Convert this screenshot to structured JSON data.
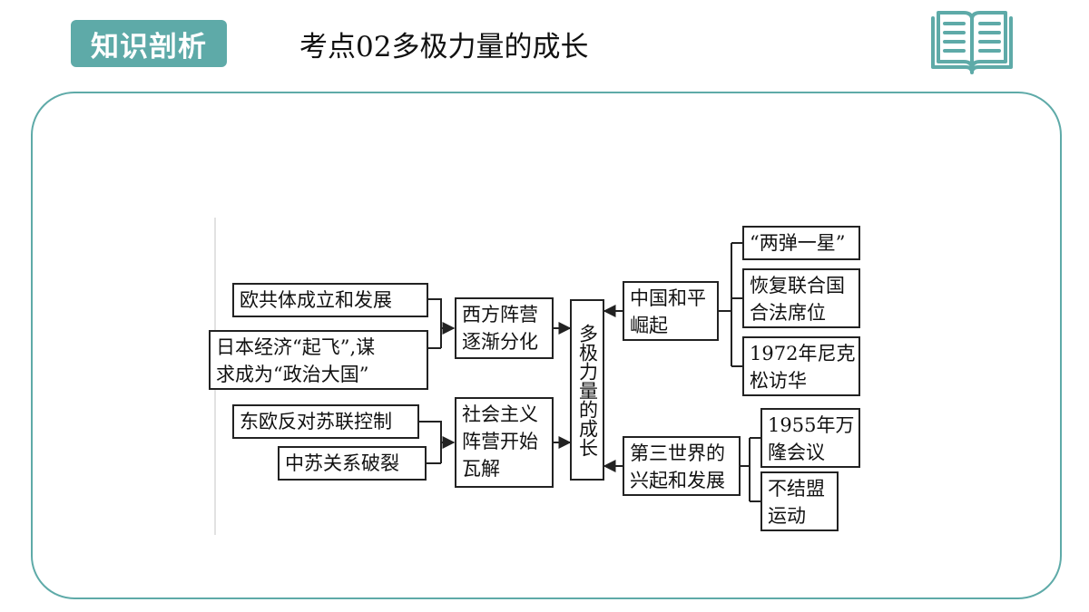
{
  "header": {
    "tag": "知识剖析",
    "title": "考点02多极力量的成长",
    "icon": "open-book-icon",
    "accent_color": "#5eaaa8"
  },
  "diagram": {
    "center": "多极力量的成长",
    "left_groups": [
      {
        "label": [
          "西方阵营",
          "逐渐分化"
        ],
        "causes": [
          [
            "欧共体成立和发展"
          ],
          [
            "日本经济“起飞”,谋",
            "求成为“政治大国”"
          ]
        ]
      },
      {
        "label": [
          "社会主义",
          "阵营开始",
          "瓦解"
        ],
        "causes": [
          [
            "东欧反对苏联控制"
          ],
          [
            "中苏关系破裂"
          ]
        ]
      }
    ],
    "right_groups": [
      {
        "label": [
          "中国和平",
          "崛起"
        ],
        "items": [
          [
            "“两弹一星”"
          ],
          [
            "恢复联合国",
            "合法席位"
          ],
          [
            "1972年尼克",
            "松访华"
          ]
        ]
      },
      {
        "label": [
          "第三世界的",
          "兴起和发展"
        ],
        "items": [
          [
            "1955年万",
            "隆会议"
          ],
          [
            "不结盟",
            "运动"
          ]
        ]
      }
    ]
  }
}
